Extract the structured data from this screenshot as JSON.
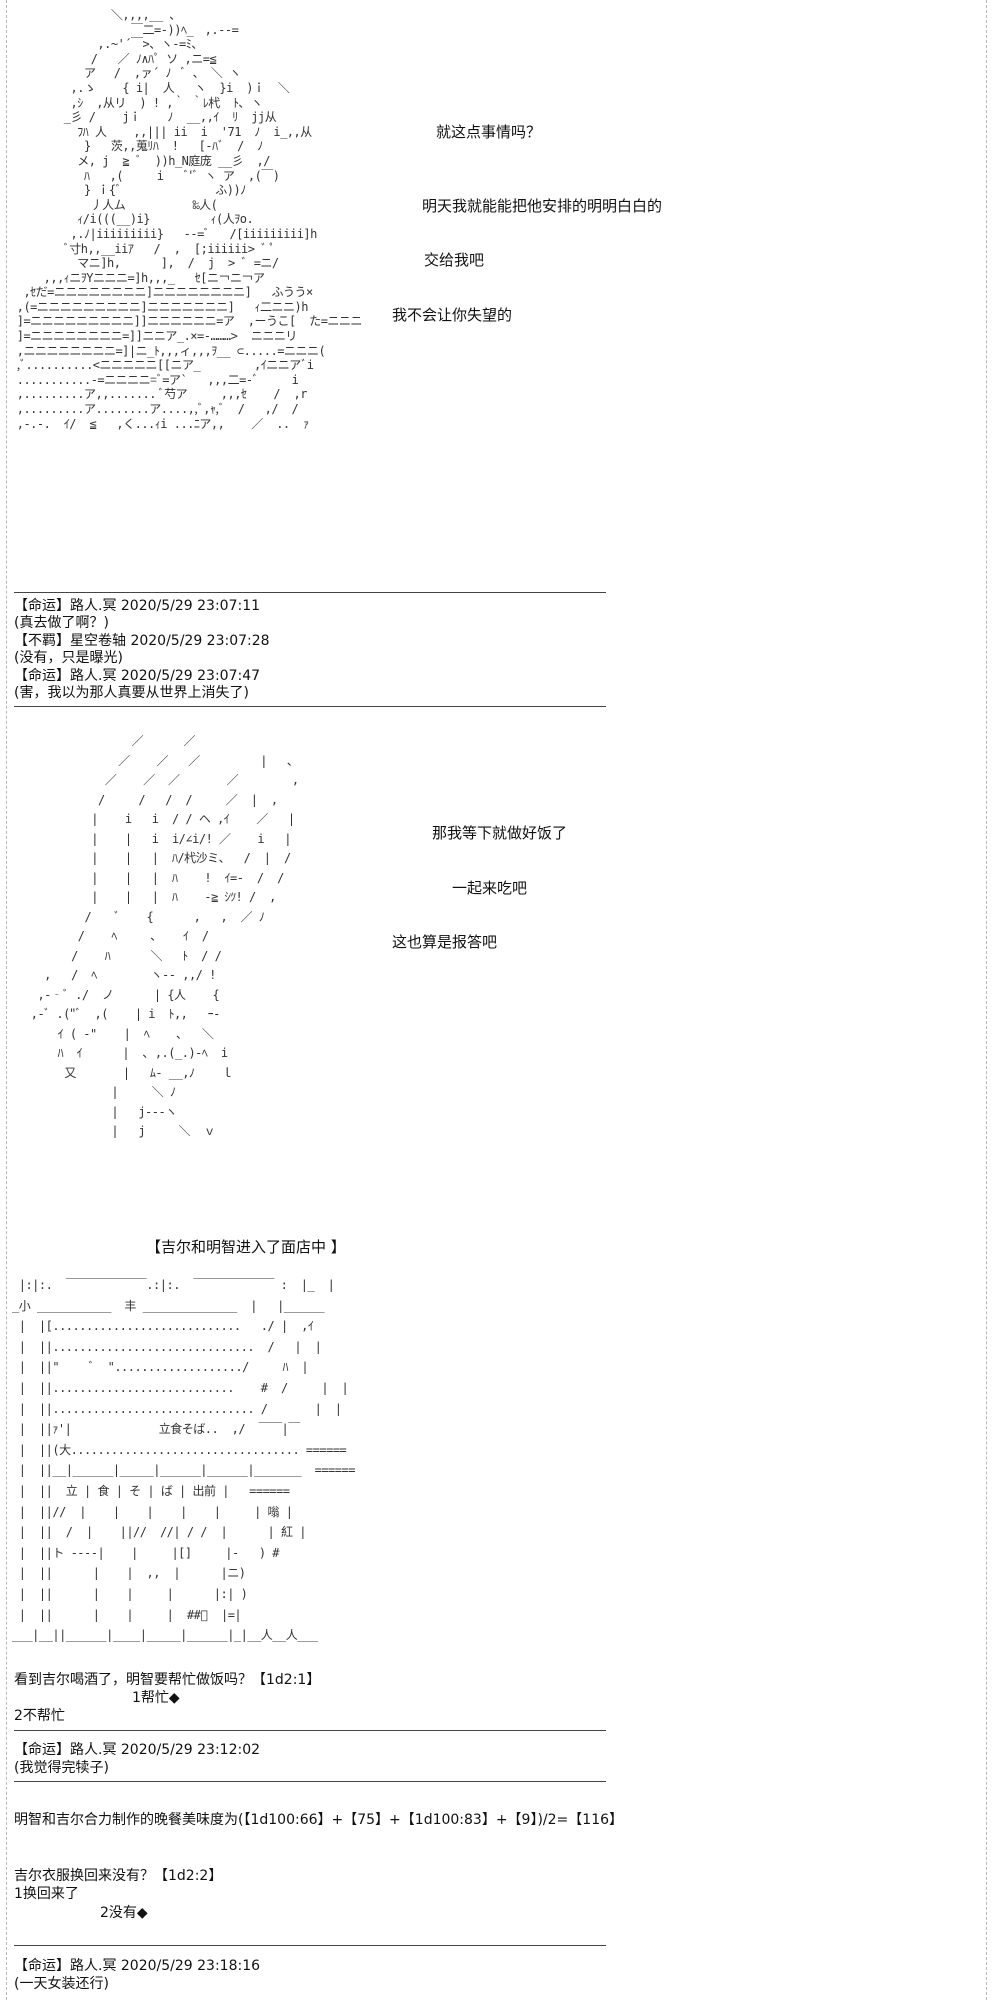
{
  "panel1": {
    "art": "               ＼,,,,__ ､\n                  ￣二=-))ﾍ_　,.-‐=\n             ,.~'´￣>、ヽ-=ﾐ、\n            /   ／ ﾉ∧ﾊﾟ ソ ,ニ=≦\n           ア　 /  ,ァ´ ﾉ  ﾞ 、 ＼ ヽ\n         ,.ゝ    { i|  人   ヽ  }i  )ｉ  ＼\n         ,ｼ  ,从リ  ) ! ,｀ ｀ﾚ杙  ﾄ､ ヽ\n        _彡 /    jｉ    ﾉ  __,,ｲ  ﾘ  jj从\n          ﾌﾊ 人    ,,||| ii  i  '71  ﾉ  i_,,从\n           }   茨,,蒐ﾘﾊ  !   [-ﾊﾞ  /  ﾉ\n          メ, j  ≧ ﾞ  ))h_N庭庞 __彡  ,/\n           ﾊ   ,(     i   ﾞ'ﾞ ヽ ア  ,(￣)\n           } ｉ{ﾞ              ふ))ﾉ\n            丿人ム          ‰人(\n          ｨ/i(((__)i}         ｨ(人ｦo.\n         ,.ﾉ|iiiiiiiii}   ‐-=ﾞ   /[iiiiiiiii]h\n        ﾞ寸h,,__iiｱ   /  ,  [;iiiiii> ﾞ ﾟ\n          マニ]h,      ],  /  j  > ﾞ =ニ/\n     ,,,ｨニｦYニニニ=]h,,,_   ｾ[ニ￢ニ￢ア\n  ,ｾだ=ニニニニニニニニ]ニニニニニニニニ]   ふうう×\n ,(=ニニニニニニニニニ]ニニニニニニニ]   ｨ二ニニ)h\n ]=ニニニニニニニニニ]]ニニニニニニ=ア  ,ーうこ[  た=ニニニ\n ]=ニニニニニニニニ=]]ニニア_.×=‐………>  ニニニリ\n ,ニニニニニニニニ=]|ニ_ﾄ,,,ィ,,,ｦ__ ⊂.....=ニニニ(\n ,ﾞ..........<ニニニニニ[[ニア_        ,ｲニニアﾞi\n ...........-=ニニニニ=ﾞ=ア`   ,,,二=-ﾞ     i\n ,.........ア,,....... ﾞ芍ア     ,,,ｾ    /  ,r\n ,.........ア........ア....,,ﾞ,ｬ,ﾞ  /   ,/  /\n ,-.‐.  ｲ/  ≦   ,く...ｨi ...ﾆア,,    ／  ..  ｧ",
    "dialogue": [
      "就这点事情吗？",
      "明天我就能能把他安排的明明白白的",
      "交给我吧",
      "我不会让你失望的"
    ]
  },
  "comments1": [
    {
      "head": "【命运】路人.冥 2020/5/29 23:07:11",
      "body": "(真去做了啊？)"
    },
    {
      "head": "【不羁】星空卷轴 2020/5/29 23:07:28",
      "body": "(没有，只是曝光)"
    },
    {
      "head": "【命运】路人.冥 2020/5/29 23:07:47",
      "body": "(害，我以为那人真要从世界上消失了)"
    }
  ],
  "panel2": {
    "art": "                ／      ／\n              ／    ／   ／         |   ､\n            ／    ／  ／       ／        ,\n           /     /   /  /     ／  |  ,\n          |    i   i  / / ヘ ,ｲ    ／   |\n          |    |   i  i/∠i/! ／    i   |\n          |    |   |  ﾊ/杙沙ミ、  /  |  /\n          |    |   |  ﾊ    !  ｲ=-  /  /\n          |    |   |  ﾊ    -≧ ｼﾂ! /  ,\n         /    ﾞ    {      ,   ,  ／ ﾉ\n        /    ﾍ     ､    ｲ  /\n       /    ﾊ      ＼   ﾄ  / /\n   ,   /  ﾍ        ヽ-‐ ,,/ !\n  ,-‐ﾞ ./  ノ      | {人    {\n ,-ﾞ .(\"ﾞ  ,(    | i  ﾄ,,   ｰ-\n     ｲ ( -\"    |  ﾍ    ､   ＼\n     ﾊ  ｲ      |  ､ ,.(_.)-ﾍ  i\n      又       |   ﾑ- __,ﾉ    ｌ\n             |     ＼ ﾉ\n             |   j--‐ヽ\n             |   j     ＼  ｖ",
    "dialogue": [
      "那我等下就做好饭了",
      "一起来吃吧",
      "这也算是报答吧"
    ]
  },
  "panel3": {
    "caption": "【吉尔和明智进入了面店中 】",
    "art": " |:|:.  ￣￣￣￣￣￣￣.:|:.  ￣￣￣￣￣￣￣ :  |_  | \n_小 ___________  丰 ______________  |   |______\n |  |[............................   ./ |  ,ｲ\n |  ||..............................  /   |  |\n |  ||\"     ﾞ  \".................../     ﾊ  |\n |  ||...........................    #  /     |  |\n |  ||.............................. /       |  |\n |  ||ｧ'|             立食そば..  ,/  ￣￣|￣\n |  ||(大.................................. ======\n |  ||__|______|_____|______|______|_______  ======\n |  ||  立 | 食 | そ | ば | 出前 |   ======\n |  ||//  |    |    |    |    |     | 嗡 |\n |  ||  /  |    ||//  //| / /  |      | 紅 |\n |  ||ト ----|    |     |[]     |-   ) #\n |  ||      |    |  ,,  |      |ニ)\n |  ||      |    |     |      |:| )\n |  ||      |    |     |  ##ﾞ  |=| \n___|__||______|____|_____|______|_|__人__人___"
  },
  "choice1": {
    "question": "看到吉尔喝酒了，明智要帮忙做饭吗？【1d2:1】",
    "options": [
      "1帮忙◆",
      "2不帮忙"
    ]
  },
  "comments2": [
    {
      "head": "【命运】路人.冥 2020/5/29 23:12:02",
      "body": "(我觉得完犊子)"
    }
  ],
  "result": "明智和吉尔合力制作的晚餐美味度为(【1d100:66】+【75】+【1d100:83】+【9】)/2=【116】",
  "choice2": {
    "question": "吉尔衣服换回来没有？【1d2:2】",
    "options": [
      "1换回来了",
      "2没有◆"
    ]
  },
  "comments3": [
    {
      "head": "【命运】路人.冥 2020/5/29 23:18:16",
      "body": "(一天女装还行)"
    }
  ]
}
